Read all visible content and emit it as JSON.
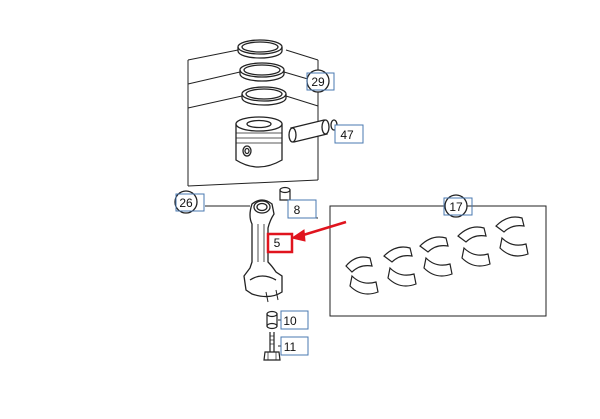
{
  "diagram": {
    "callouts": {
      "c29": "29",
      "c47": "47",
      "c26": "26",
      "c8": "8",
      "c17": "17",
      "c5": "5",
      "c10": "10",
      "c11": "11"
    },
    "colors": {
      "line": "#222222",
      "callout_box": "#4a78b0",
      "highlight": "#e0141e",
      "background": "#ffffff"
    }
  }
}
